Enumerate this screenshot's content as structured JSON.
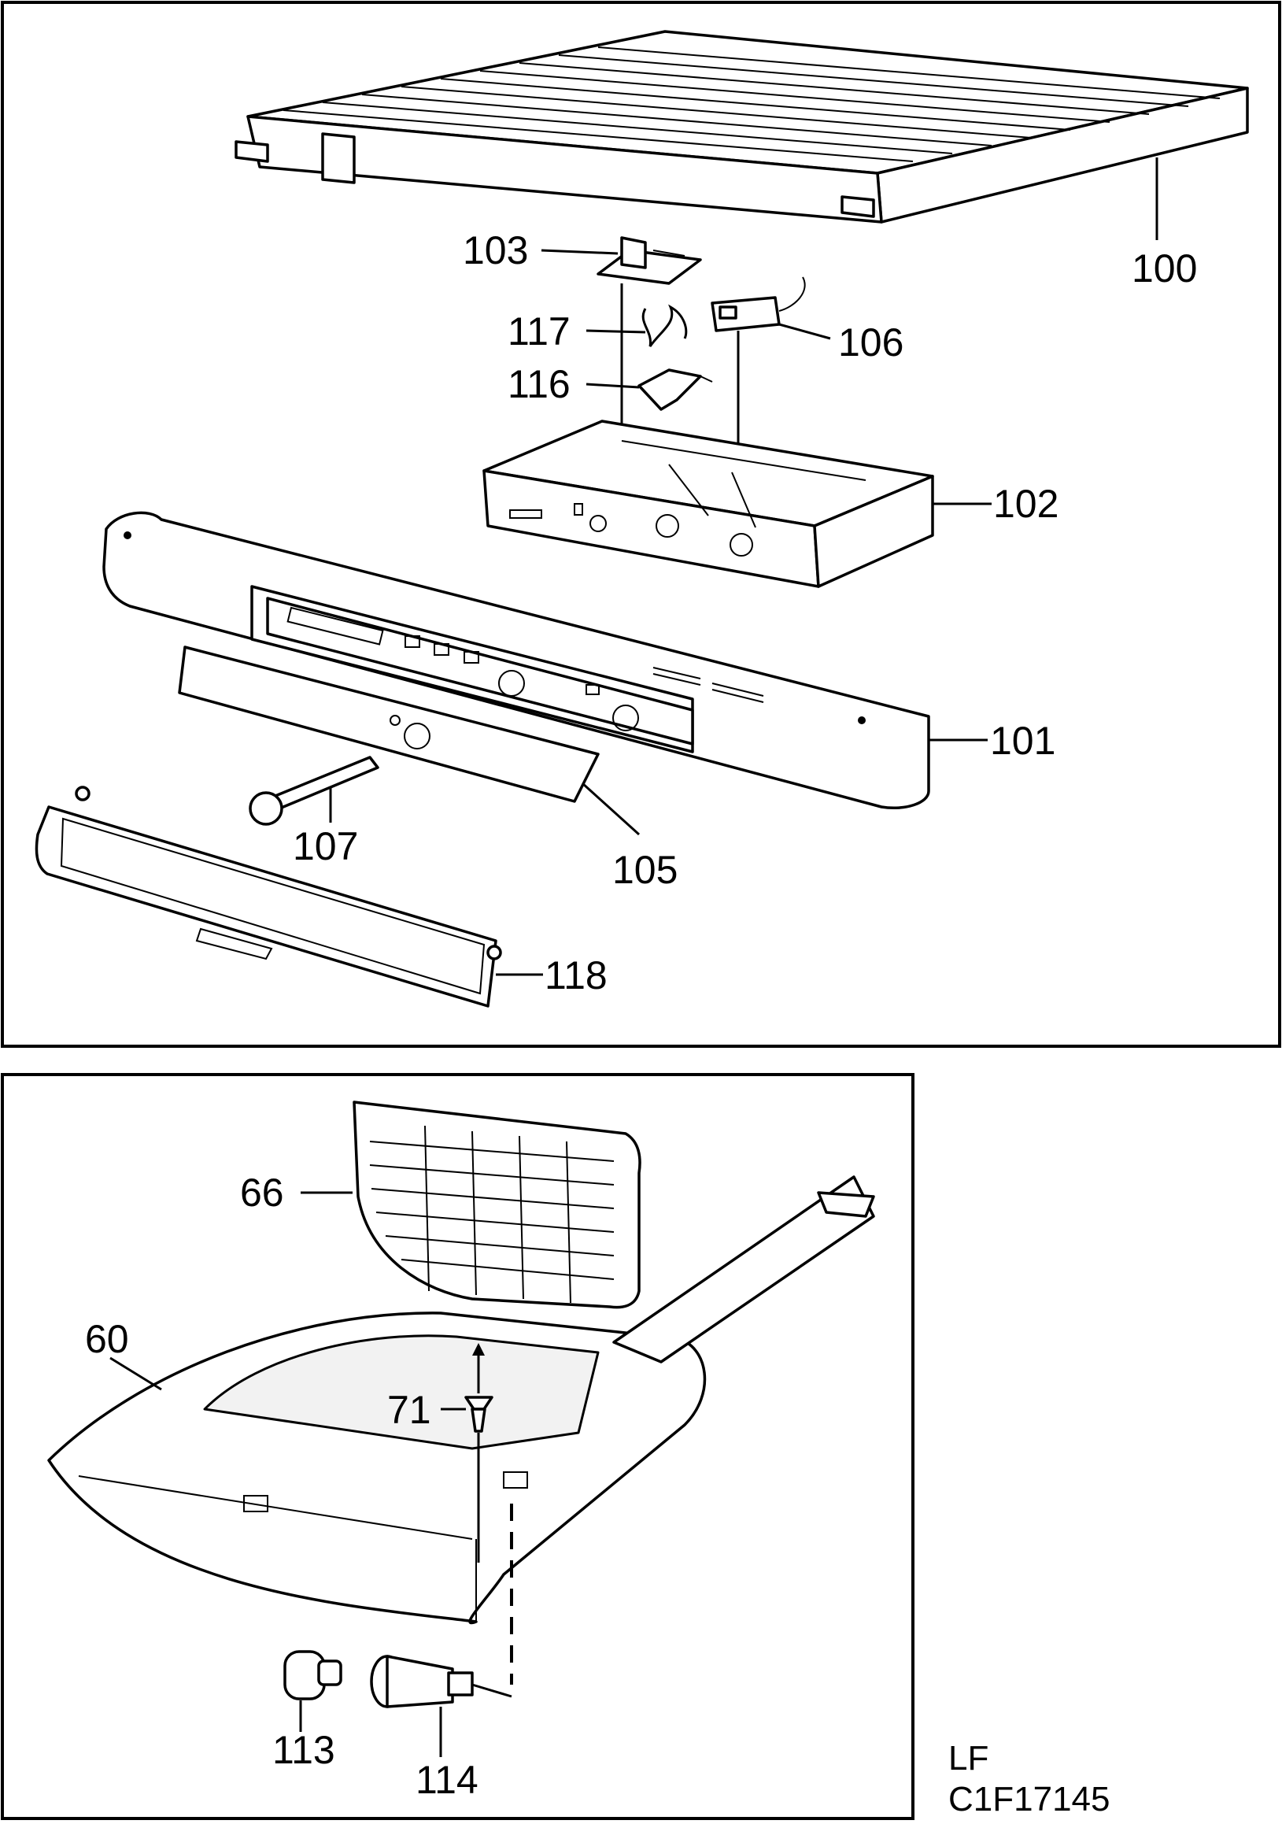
{
  "callouts": {
    "c100": "100",
    "c101": "101",
    "c102": "102",
    "c103": "103",
    "c105": "105",
    "c106": "106",
    "c107": "107",
    "c116": "116",
    "c117": "117",
    "c118": "118",
    "c60": "60",
    "c66": "66",
    "c71": "71",
    "c113": "113",
    "c114": "114"
  },
  "footer": {
    "model": "LF",
    "drawing_code": "C1F17145"
  }
}
